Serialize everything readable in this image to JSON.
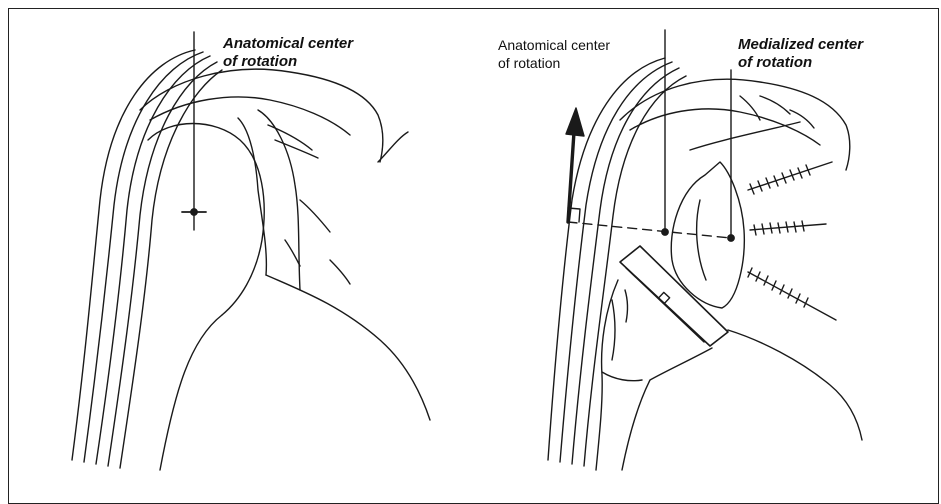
{
  "labels": {
    "left_anatomical": [
      "Anatomical center",
      "of rotation"
    ],
    "right_anatomical": [
      "Anatomical center",
      "of rotation"
    ],
    "right_medialized": [
      "Medialized center",
      "of rotation"
    ]
  },
  "colors": {
    "ink": "#1a1a1a",
    "background": "#ffffff",
    "frame": "#222222"
  }
}
